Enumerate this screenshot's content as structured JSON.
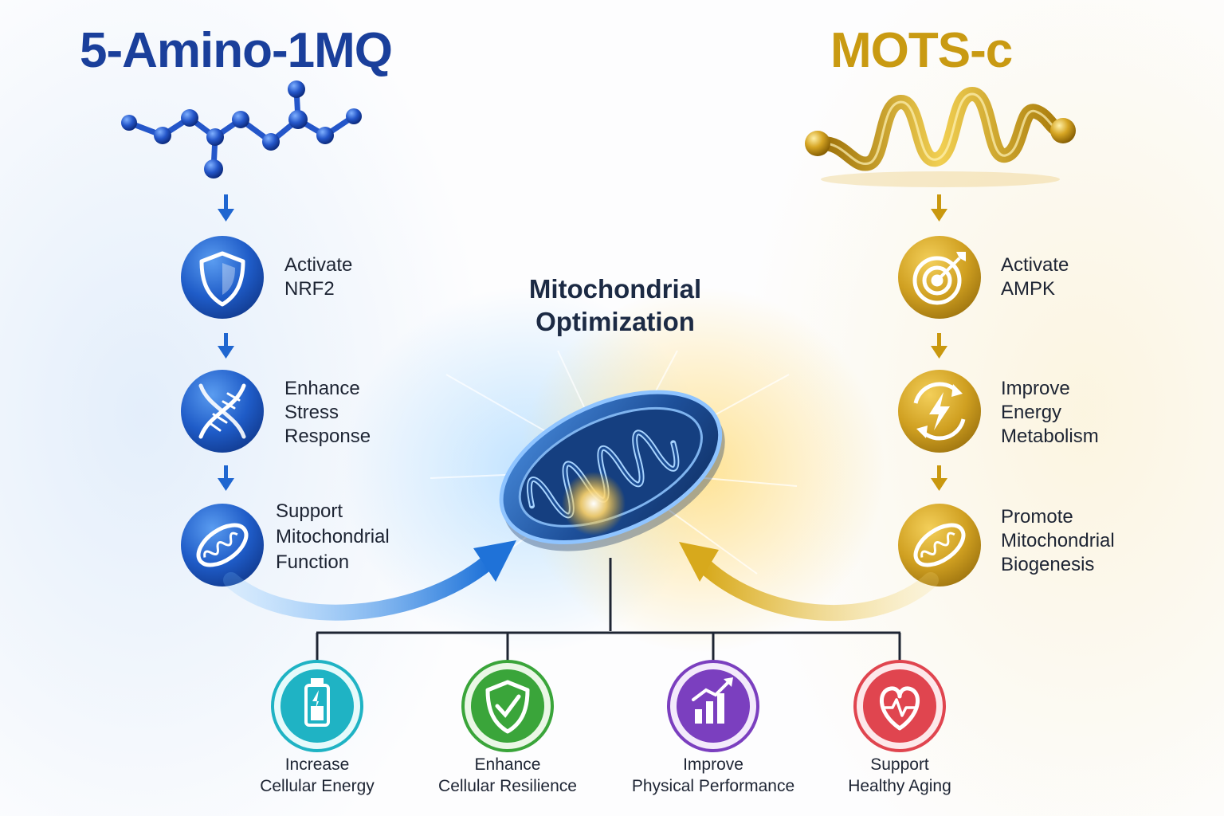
{
  "left": {
    "title": "5-Amino-1MQ",
    "color": "#1a3f9b",
    "steps": [
      {
        "lines": [
          "Activate",
          "NRF2"
        ],
        "icon": "shield-icon"
      },
      {
        "lines": [
          "Enhance",
          "Stress",
          "Response"
        ],
        "icon": "dna-icon"
      },
      {
        "lines": [
          "Support",
          "Mitochondrial",
          "Function"
        ],
        "icon": "mitochondria-icon"
      }
    ]
  },
  "right": {
    "title": "MOTS-c",
    "color": "#c99a12",
    "steps": [
      {
        "lines": [
          "Activate",
          "AMPK"
        ],
        "icon": "target-icon"
      },
      {
        "lines": [
          "Improve",
          "Energy",
          "Metabolism"
        ],
        "icon": "energy-cycle-icon"
      },
      {
        "lines": [
          "Promote",
          "Mitochondrial",
          "Biogenesis"
        ],
        "icon": "mitochondria-icon"
      }
    ]
  },
  "center": {
    "lines": [
      "Mitochondrial",
      "Optimization"
    ]
  },
  "outcomes": [
    {
      "lines": [
        "Increase",
        "Cellular Energy"
      ],
      "icon": "battery-icon",
      "color": "#1fb3c4"
    },
    {
      "lines": [
        "Enhance",
        "Cellular Resilience"
      ],
      "icon": "shield-check-icon",
      "color": "#3aa53a"
    },
    {
      "lines": [
        "Improve",
        "Physical Performance"
      ],
      "icon": "growth-chart-icon",
      "color": "#7b3fbf"
    },
    {
      "lines": [
        "Support",
        "Healthy Aging"
      ],
      "icon": "heart-pulse-icon",
      "color": "#e0454f"
    }
  ]
}
